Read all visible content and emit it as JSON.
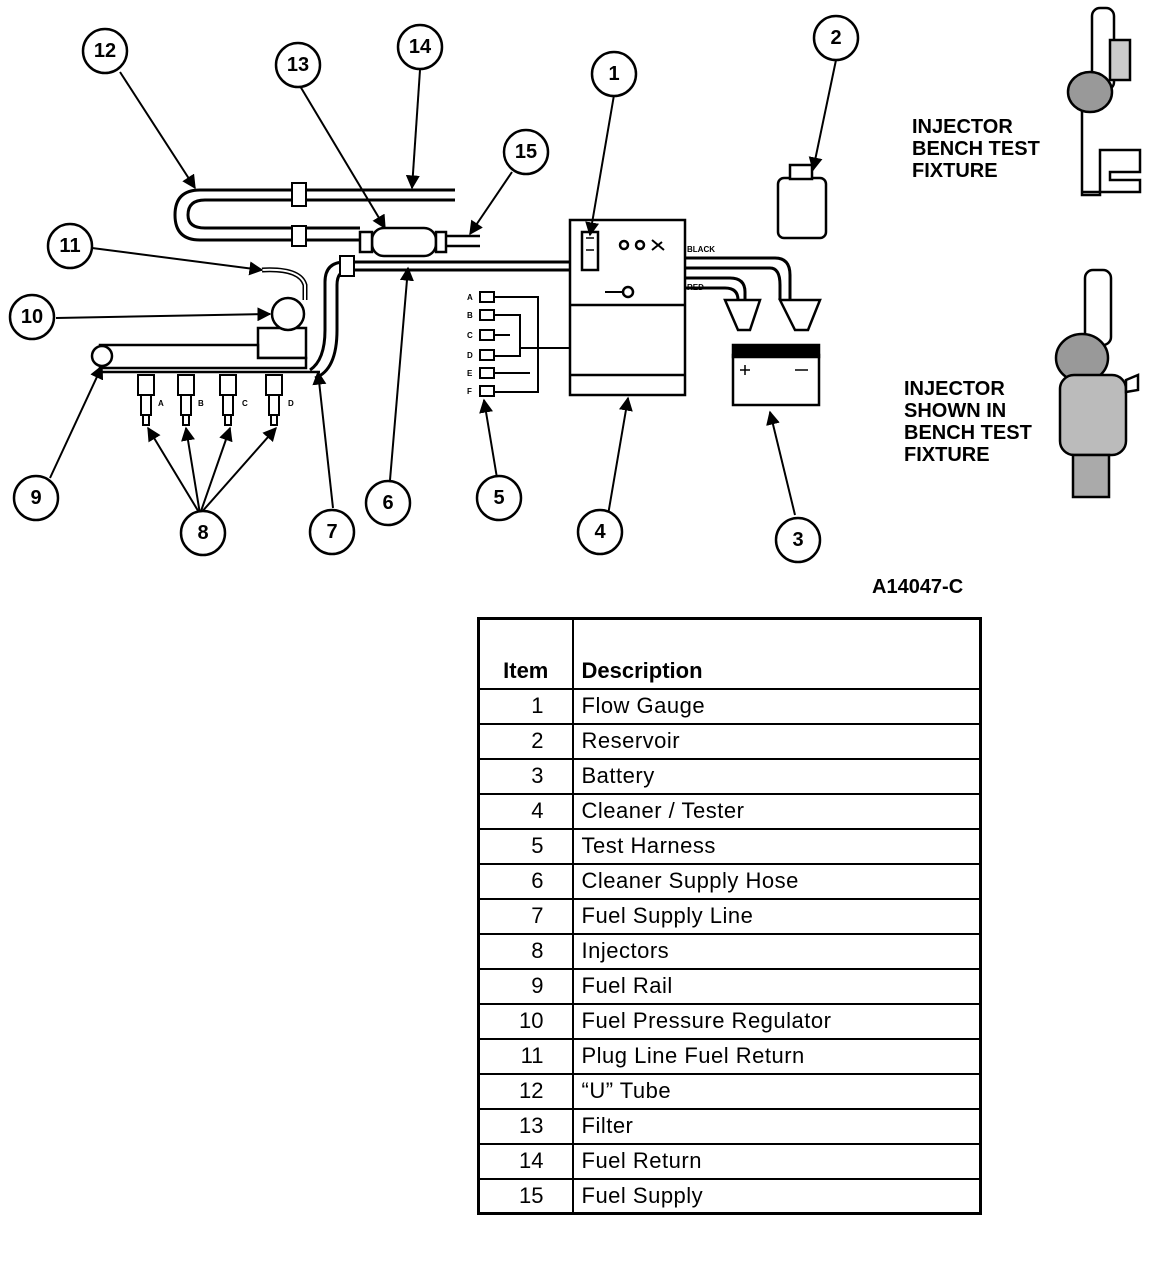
{
  "callouts": [
    "1",
    "2",
    "3",
    "4",
    "5",
    "6",
    "7",
    "8",
    "9",
    "10",
    "11",
    "12",
    "13",
    "14",
    "15"
  ],
  "wire_labels": {
    "black": "BLACK",
    "red": "RED"
  },
  "injector_letters": [
    "A",
    "B",
    "C",
    "D"
  ],
  "harness_letters": [
    "A",
    "B",
    "C",
    "D",
    "E",
    "F"
  ],
  "fixture_label_1": [
    "INJECTOR",
    "BENCH TEST",
    "FIXTURE"
  ],
  "fixture_label_2": [
    "INJECTOR",
    "SHOWN IN",
    "BENCH TEST",
    "FIXTURE"
  ],
  "figure_id": "A14047-C",
  "legend": {
    "headers": [
      "Item",
      "Description"
    ],
    "rows": [
      {
        "item": "1",
        "desc": "Flow Gauge"
      },
      {
        "item": "2",
        "desc": "Reservoir"
      },
      {
        "item": "3",
        "desc": "Battery"
      },
      {
        "item": "4",
        "desc": "Cleaner / Tester"
      },
      {
        "item": "5",
        "desc": "Test Harness"
      },
      {
        "item": "6",
        "desc": "Cleaner Supply Hose"
      },
      {
        "item": "7",
        "desc": "Fuel Supply Line"
      },
      {
        "item": "8",
        "desc": "Injectors"
      },
      {
        "item": "9",
        "desc": "Fuel Rail"
      },
      {
        "item": "10",
        "desc": "Fuel Pressure Regulator"
      },
      {
        "item": "11",
        "desc": "Plug Line Fuel Return"
      },
      {
        "item": "12",
        "desc": "“U” Tube"
      },
      {
        "item": "13",
        "desc": "Filter"
      },
      {
        "item": "14",
        "desc": "Fuel Return"
      },
      {
        "item": "15",
        "desc": "Fuel Supply"
      }
    ]
  }
}
